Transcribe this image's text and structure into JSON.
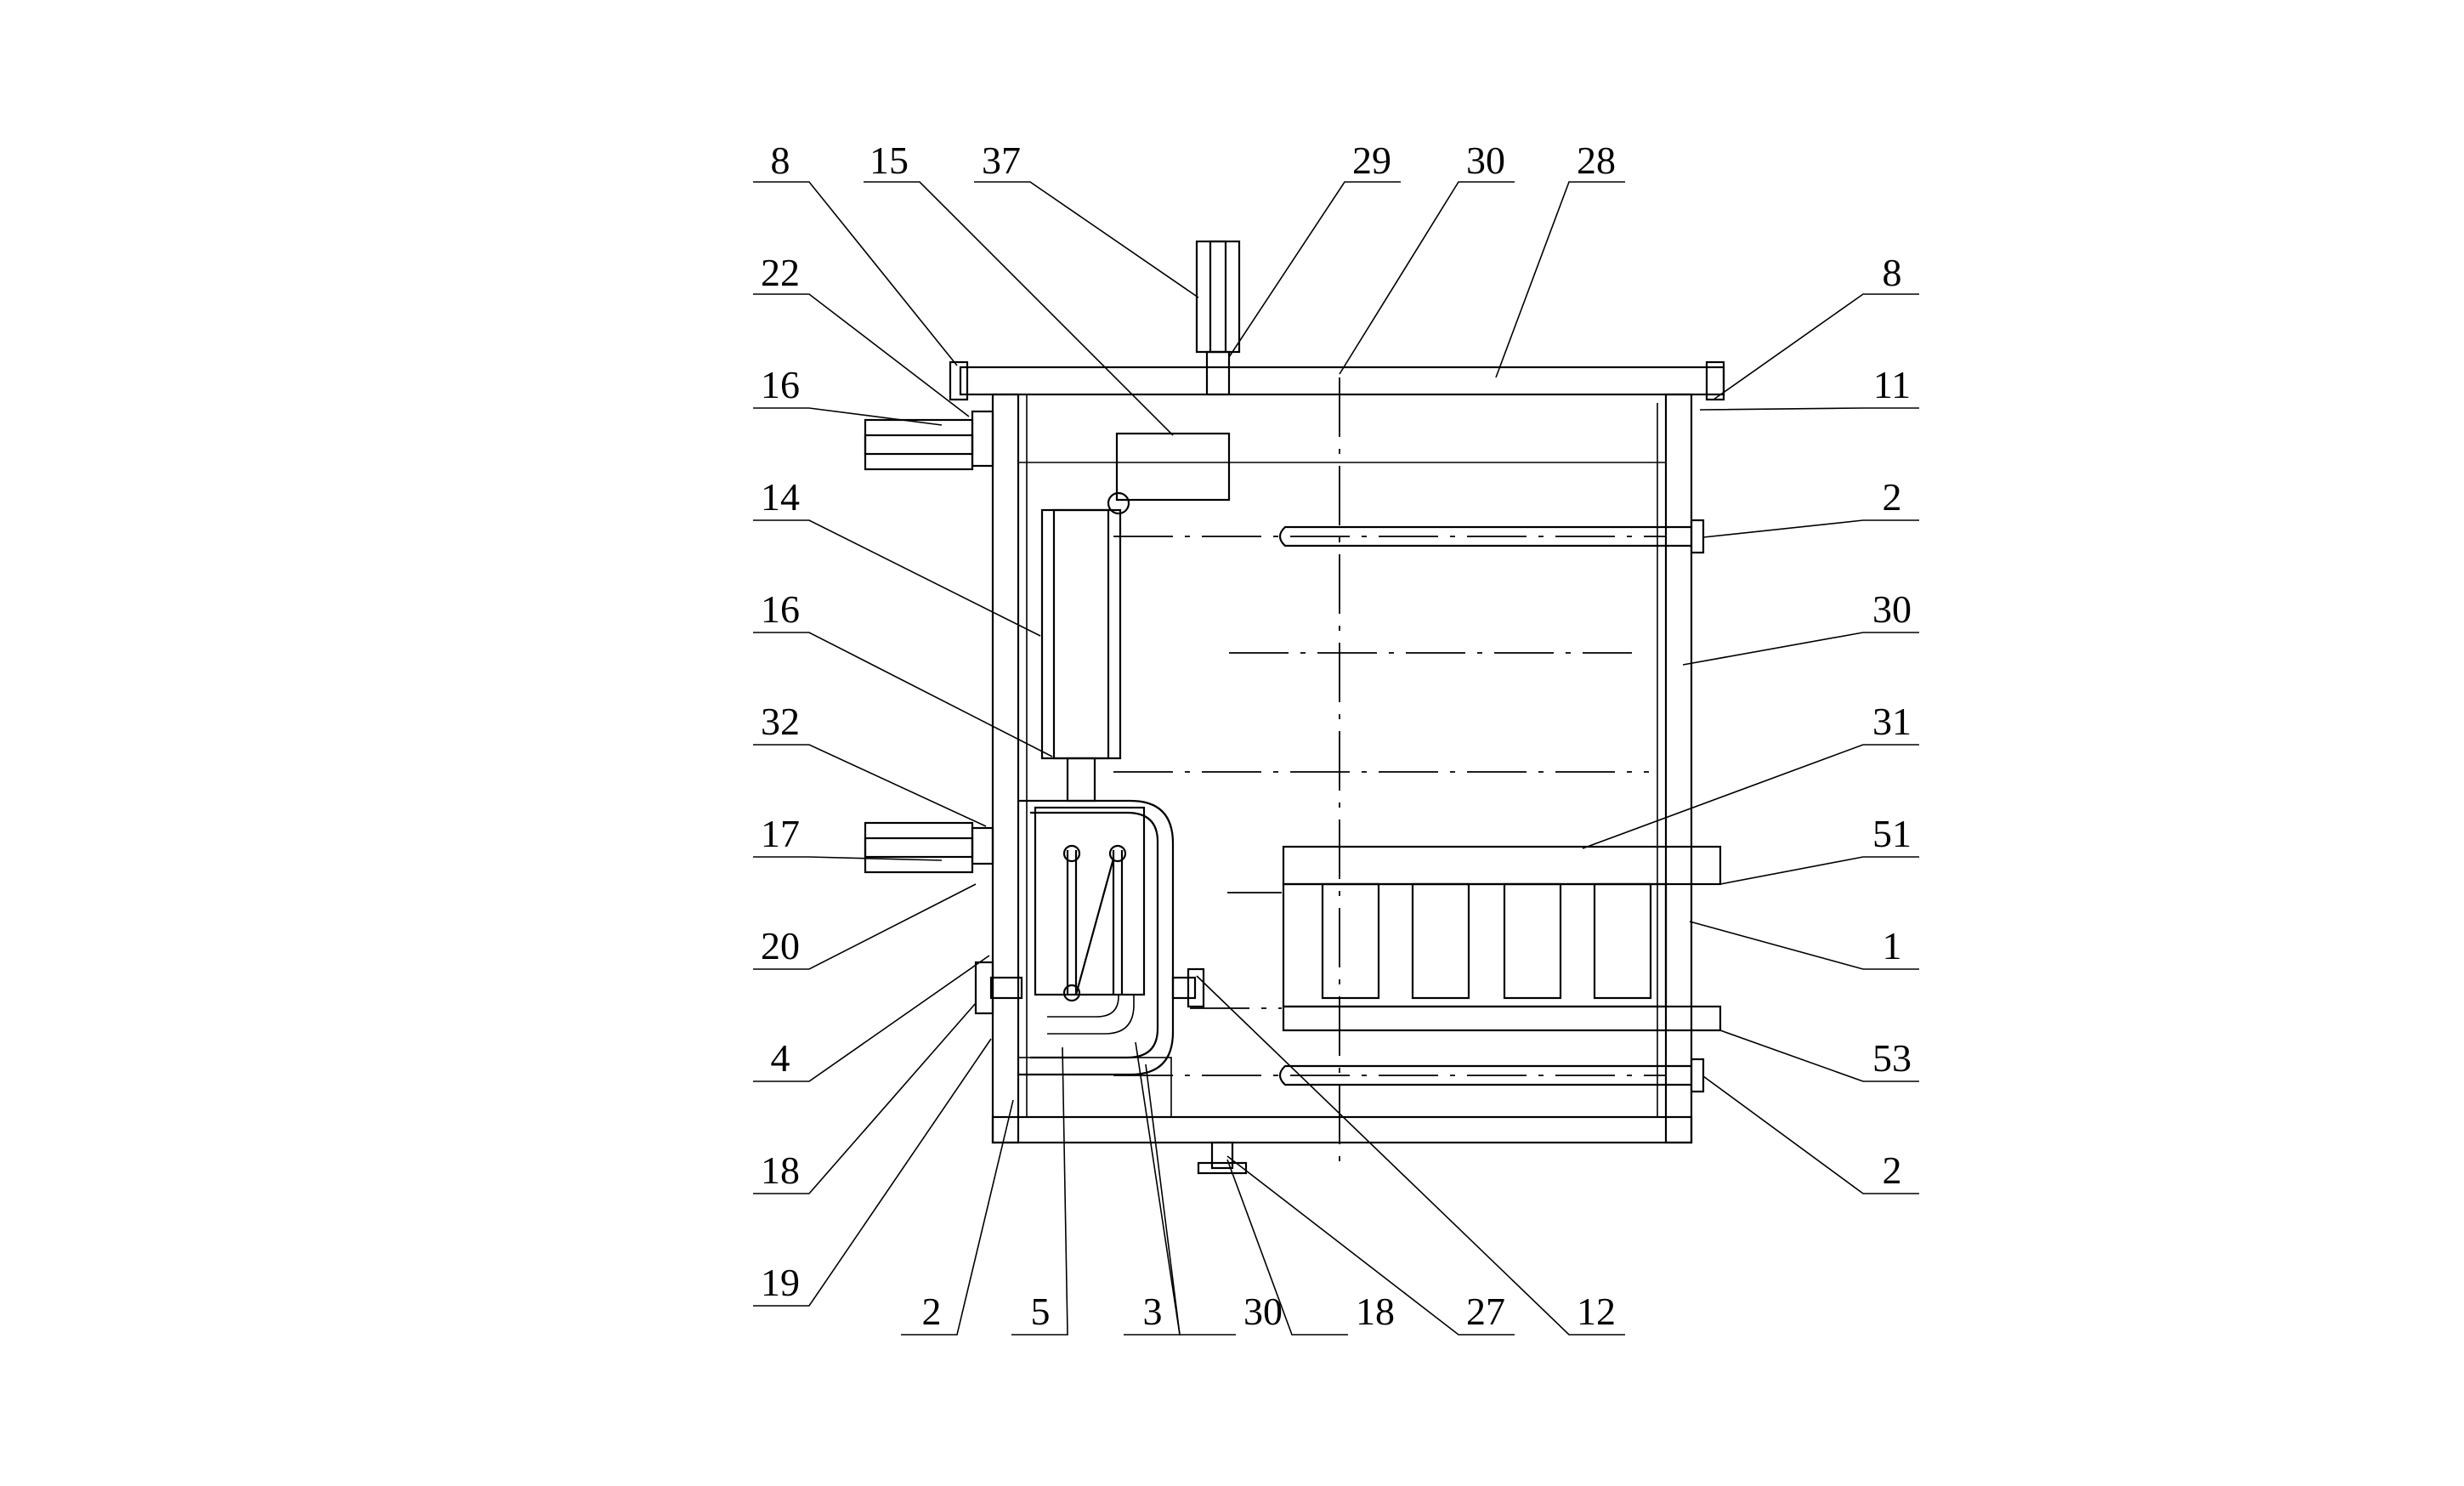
{
  "figure": {
    "labels": [
      {
        "id": "l8a",
        "text": "8"
      },
      {
        "id": "l15",
        "text": "15"
      },
      {
        "id": "l37",
        "text": "37"
      },
      {
        "id": "l29",
        "text": "29"
      },
      {
        "id": "l30a",
        "text": "30"
      },
      {
        "id": "l28",
        "text": "28"
      },
      {
        "id": "l22",
        "text": "22"
      },
      {
        "id": "l8b",
        "text": "8"
      },
      {
        "id": "l16a",
        "text": "16"
      },
      {
        "id": "l11",
        "text": "11"
      },
      {
        "id": "l14",
        "text": "14"
      },
      {
        "id": "l2a",
        "text": "2"
      },
      {
        "id": "l16b",
        "text": "16"
      },
      {
        "id": "l30b",
        "text": "30"
      },
      {
        "id": "l32",
        "text": "32"
      },
      {
        "id": "l31",
        "text": "31"
      },
      {
        "id": "l17",
        "text": "17"
      },
      {
        "id": "l51",
        "text": "51"
      },
      {
        "id": "l20",
        "text": "20"
      },
      {
        "id": "l1",
        "text": "1"
      },
      {
        "id": "l4",
        "text": "4"
      },
      {
        "id": "l53",
        "text": "53"
      },
      {
        "id": "l18a",
        "text": "18"
      },
      {
        "id": "l2b",
        "text": "2"
      },
      {
        "id": "l19",
        "text": "19"
      },
      {
        "id": "l2c",
        "text": "2"
      },
      {
        "id": "l5",
        "text": "5"
      },
      {
        "id": "l3",
        "text": "3"
      },
      {
        "id": "l30c",
        "text": "30"
      },
      {
        "id": "l18b",
        "text": "18"
      },
      {
        "id": "l27",
        "text": "27"
      },
      {
        "id": "l12",
        "text": "12"
      }
    ]
  }
}
